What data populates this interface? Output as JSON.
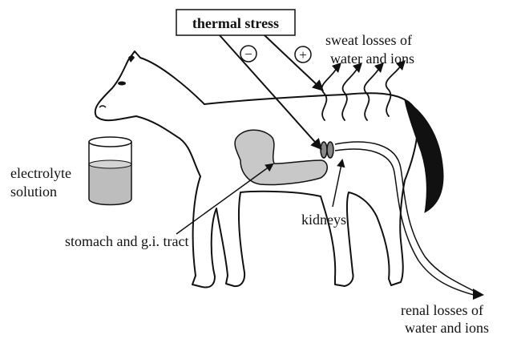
{
  "diagram": {
    "title": "thermal stress",
    "sign_minus": "−",
    "sign_plus": "+",
    "labels": {
      "sweat_line1": "sweat losses of",
      "sweat_line2": "water and ions",
      "electrolyte_line1": "electrolyte",
      "electrolyte_line2": "solution",
      "kidneys": "kidneys",
      "stomach": "stomach and g.i. tract",
      "renal_line1": "renal losses of",
      "renal_line2": "water and ions"
    },
    "colors": {
      "ink": "#111111",
      "organ_fill": "#c8c8c8",
      "liquid_fill": "#bdbdbd",
      "kidney_fill": "#888888",
      "tail_fill": "#111111"
    }
  }
}
